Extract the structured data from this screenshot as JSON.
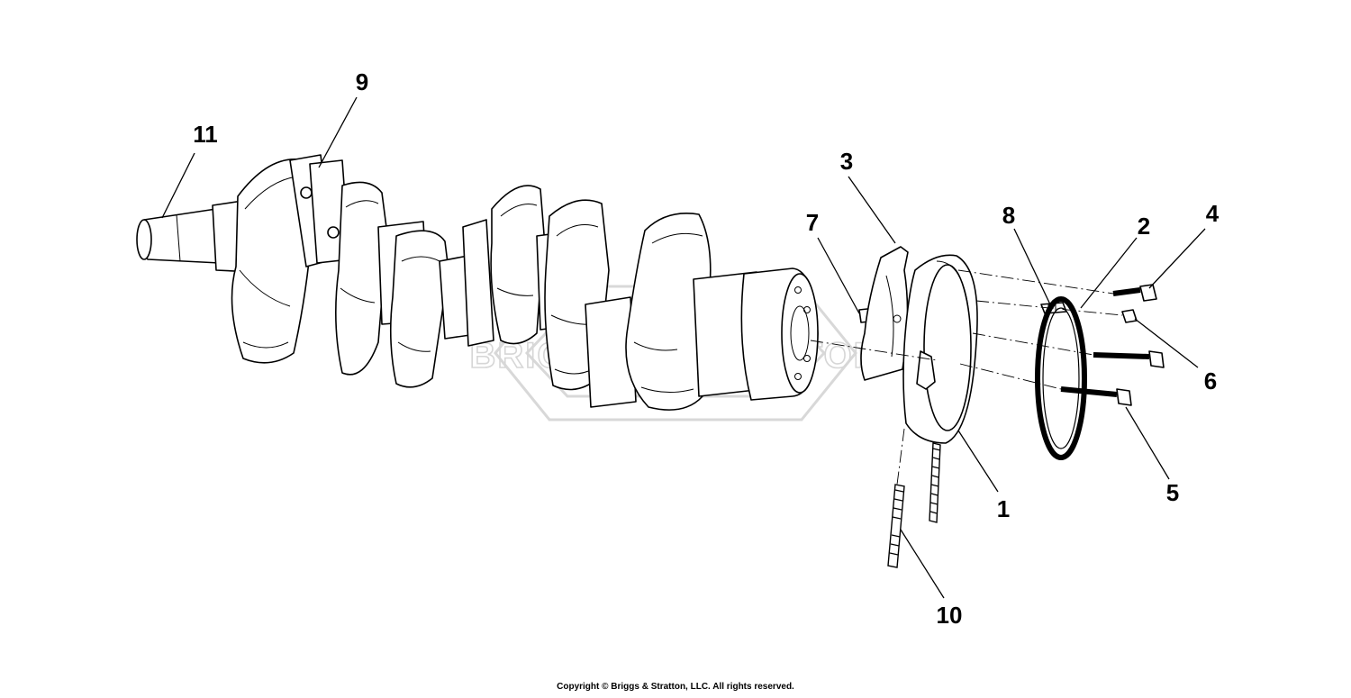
{
  "callouts": {
    "c1": "1",
    "c2": "2",
    "c3": "3",
    "c4": "4",
    "c5": "5",
    "c6": "6",
    "c7": "7",
    "c8": "8",
    "c9": "9",
    "c10": "10",
    "c11": "11"
  },
  "watermark": "BRIGGS & STRATTON",
  "copyright": "Copyright © Briggs & Stratton, LLC. All rights reserved."
}
